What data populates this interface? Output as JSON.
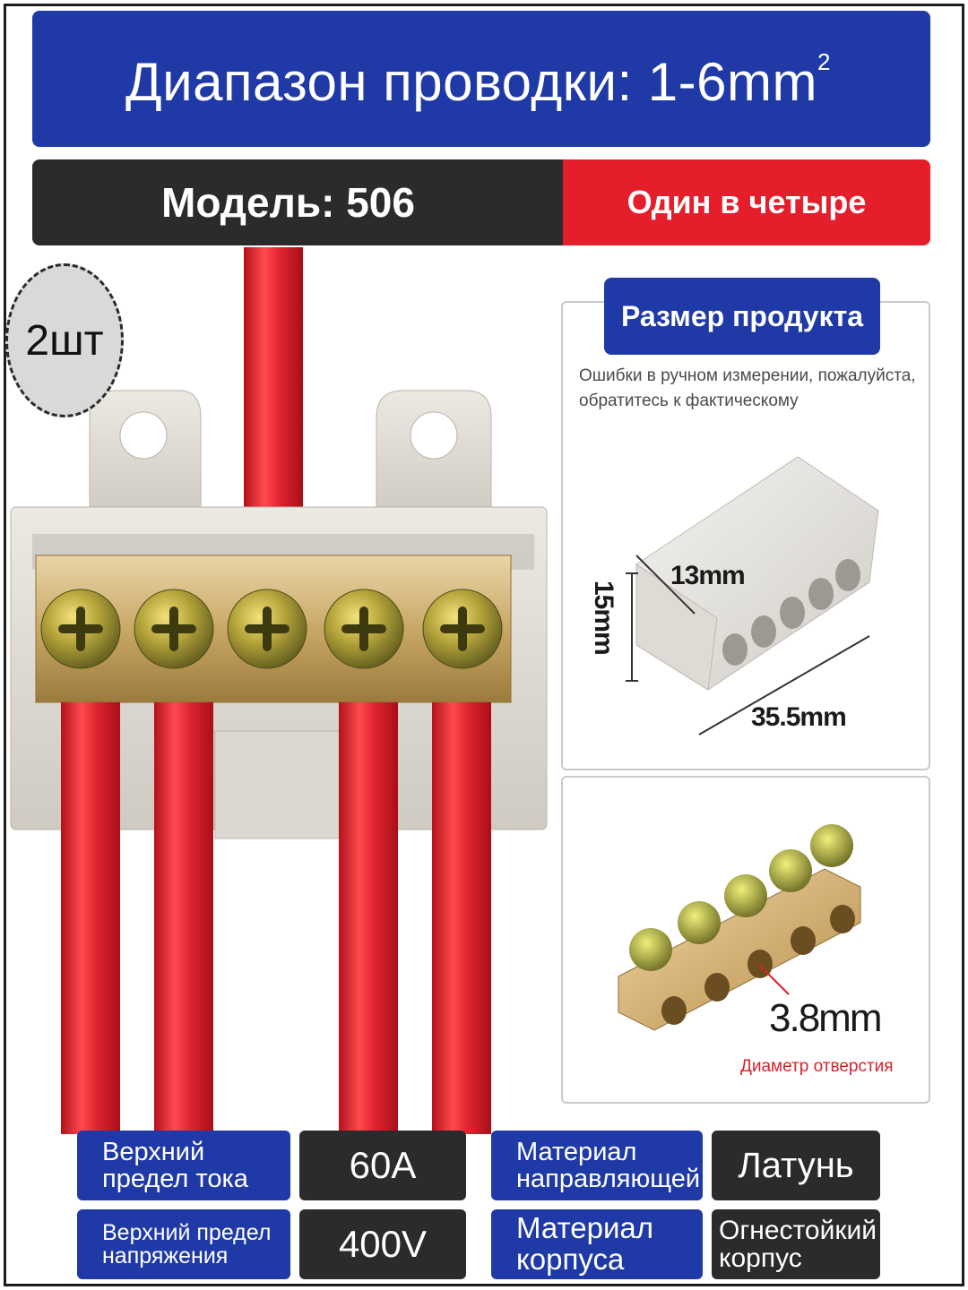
{
  "banner": {
    "title": "Диапазон проводки: 1-6mm",
    "title_sup": "2"
  },
  "model": {
    "label": "Модель: 506",
    "type": "Один в четыре"
  },
  "quantity_badge": "2шт",
  "size_panel": {
    "title": "Размер продукта",
    "note": "Ошибки в ручном измерении, пожалуйста, обратитесь к фактическому",
    "width": "13mm",
    "height": "15mm",
    "length": "35.5mm"
  },
  "hole_panel": {
    "size": "3.8mm",
    "caption": "Диаметр отверстия"
  },
  "specs": [
    {
      "label": "Верхний предел тока",
      "value": "60A"
    },
    {
      "label": "Материал направляющей",
      "value": "Латунь"
    },
    {
      "label": "Верхний предел напряжения",
      "value": "400V"
    },
    {
      "label": "Материал корпуса",
      "value": "Огнестойкий корпус"
    }
  ],
  "colors": {
    "blue": "#1f3aa6",
    "dark": "#2b2a2c",
    "red": "#e41e2a",
    "brass": "#c9a35a"
  }
}
